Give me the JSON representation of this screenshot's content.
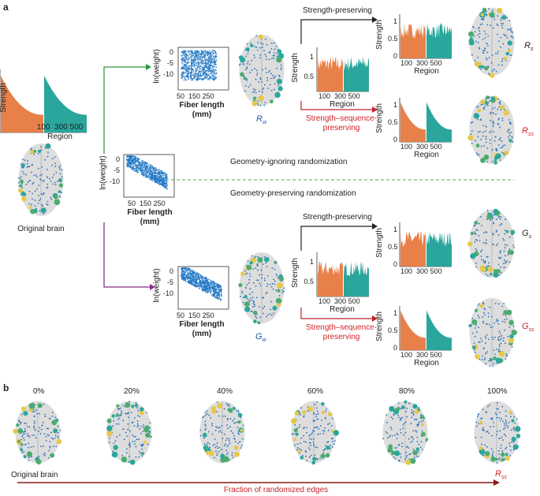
{
  "panels": {
    "a": "a",
    "b": "b"
  },
  "labels": {
    "strength": "Strength",
    "region": "Region",
    "ln_weight": "ln(weight)",
    "fiber_length": "Fiber length",
    "mm": "(mm)",
    "original_brain": "Original brain",
    "geometry_ignoring": "Geometry-ignoring randomization",
    "geometry_preserving": "Geometry-preserving randomization",
    "strength_preserving": "Strength-preserving",
    "ssp_line1": "Strength–sequence-",
    "ssp_line2": "preserving",
    "fraction_randomized": "Fraction of randomized edges"
  },
  "models": {
    "rw": {
      "base": "R",
      "sub": "w"
    },
    "rs": {
      "base": "R",
      "sub": "s"
    },
    "rss": {
      "base": "R",
      "sub": "ss"
    },
    "gw": {
      "base": "G",
      "sub": "w"
    },
    "gs": {
      "base": "G",
      "sub": "s"
    },
    "gss": {
      "base": "G",
      "sub": "ss"
    }
  },
  "ticks": {
    "region": [
      "100",
      "300",
      "500"
    ],
    "strength": [
      "0",
      "0.5",
      "1"
    ],
    "ln_weight": [
      "0",
      "-5",
      "-10"
    ],
    "fiber": [
      "50",
      "150",
      "250"
    ]
  },
  "percentages": [
    "0%",
    "20%",
    "40%",
    "60%",
    "80%",
    "100%"
  ],
  "colors": {
    "orange": "#e8804a",
    "teal": "#2aa69c",
    "blue": "#1f77c4",
    "green": "#2e9a3c",
    "purple": "#8a2d8e",
    "red": "#c0232b",
    "dash": "#57a846"
  }
}
